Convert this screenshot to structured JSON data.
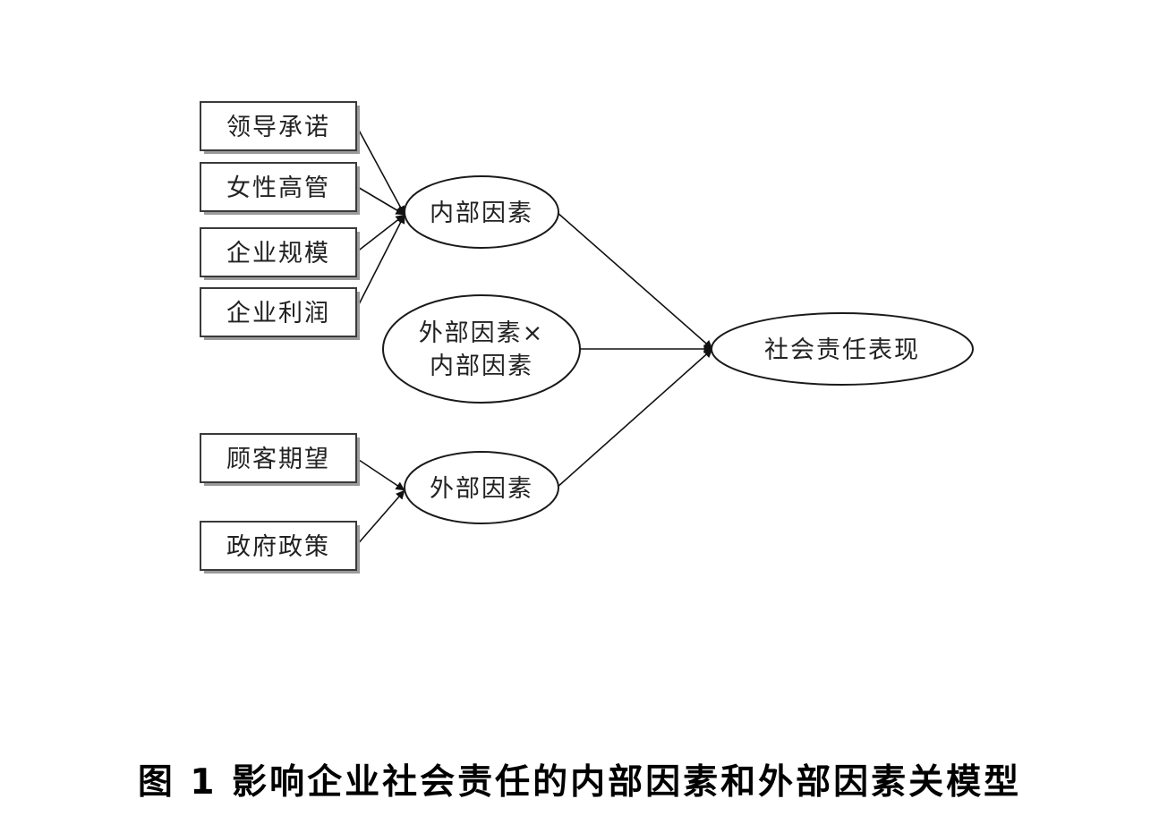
{
  "factors": {
    "leadership_commitment": "领导承诺",
    "female_executives": "女性高管",
    "firm_size": "企业规模",
    "firm_profit": "企业利润",
    "customer_expectation": "顾客期望",
    "government_policy": "政府政策"
  },
  "constructs": {
    "internal_factors": "内部因素",
    "interaction_line1": "外部因素×",
    "interaction_line2": "内部因素",
    "external_factors": "外部因素",
    "csr_performance": "社会责任表现"
  },
  "caption": "图 1  影响企业社会责任的内部因素和外部因素关模型",
  "colors": {
    "stroke": "#111111",
    "shadow": "#9a9a9a",
    "text": "#222222"
  }
}
